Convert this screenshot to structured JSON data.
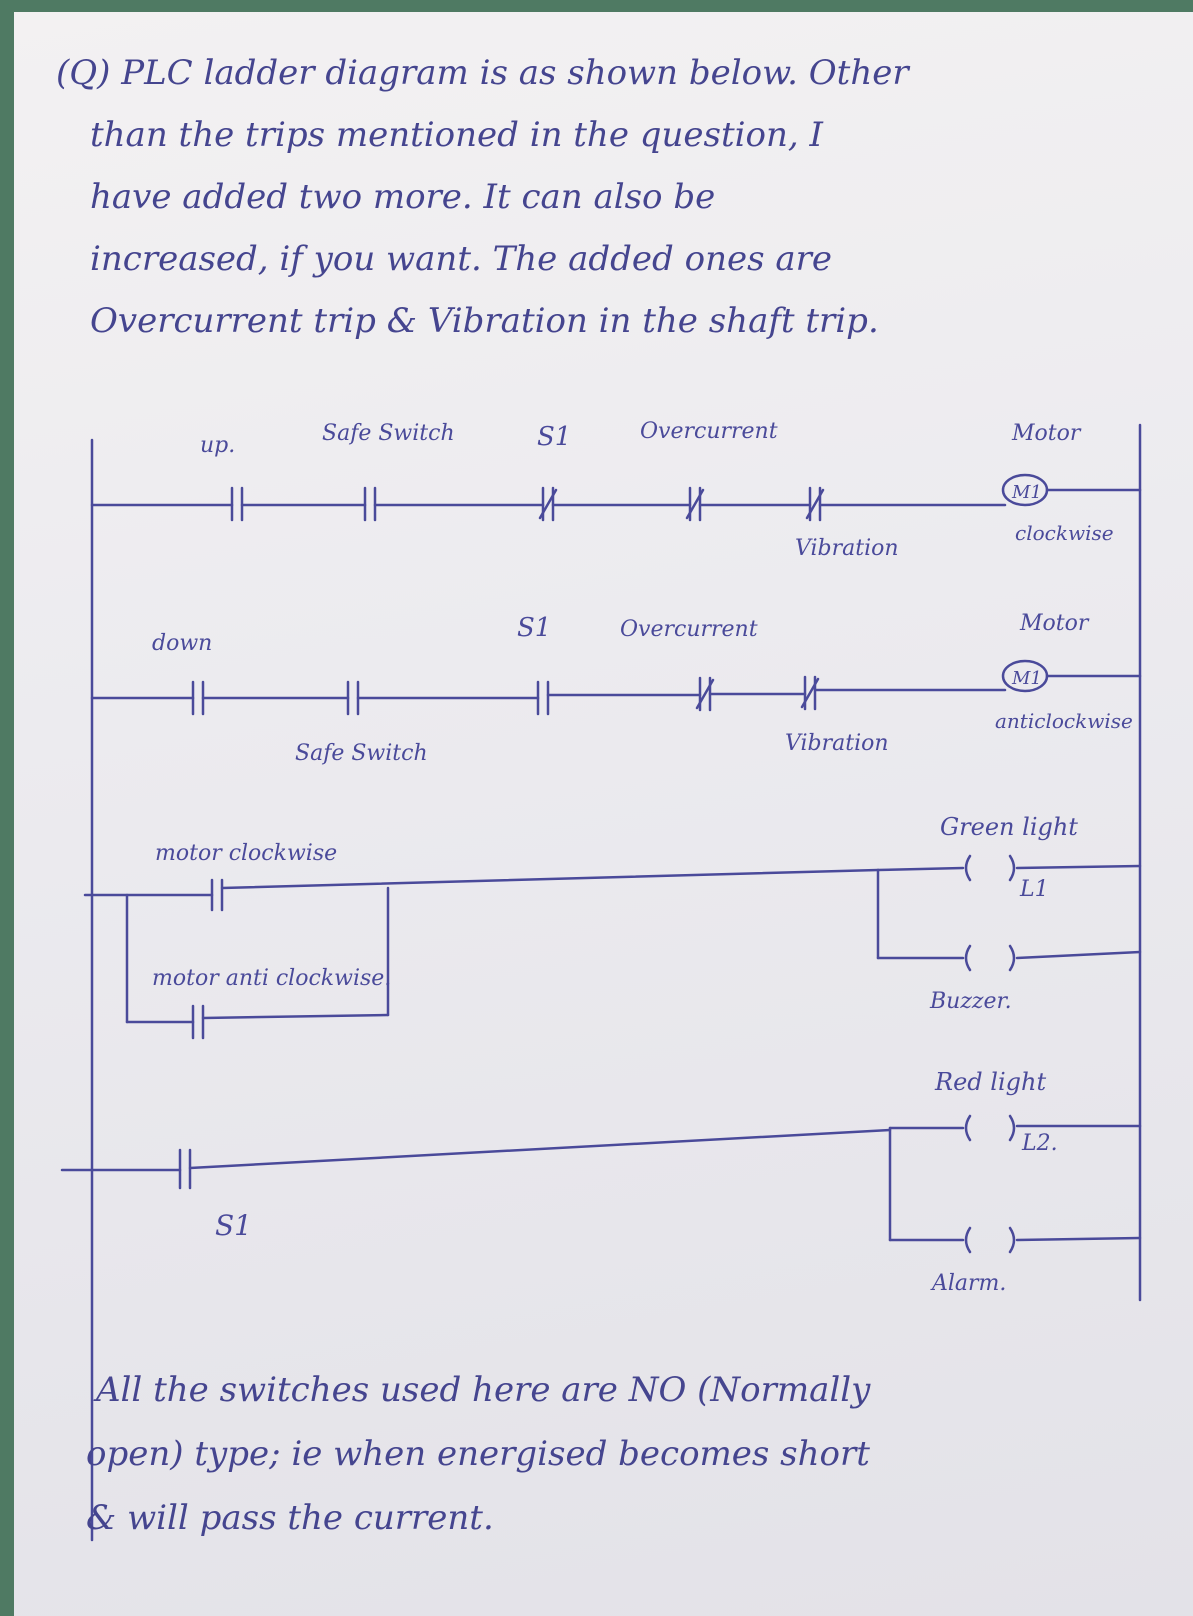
{
  "intro": {
    "lines": [
      "(Q) PLC ladder diagram is as shown below. Other",
      "than the trips mentioned in the question, I",
      "have added two more. It can also be",
      "increased, if you want. The added ones are",
      "Overcurrent trip & Vibration in the shaft trip."
    ]
  },
  "rung1": {
    "up": "up.",
    "safe_switch": "Safe Switch",
    "s1": "S1",
    "overcurrent": "Overcurrent",
    "vibration": "Vibration",
    "coil_top": "Motor",
    "coil_id": "M1",
    "coil_bottom": "clockwise"
  },
  "rung2": {
    "down": "down",
    "safe_switch": "Safe Switch",
    "s1": "S1",
    "overcurrent": "Overcurrent",
    "vibration": "Vibration",
    "coil_top": "Motor",
    "coil_id": "M1",
    "coil_bottom": "anticlockwise"
  },
  "rung3": {
    "contact_a": "motor clockwise",
    "contact_b": "motor anti clockwise.",
    "green_light": "Green light",
    "l1": "L1",
    "buzzer": "Buzzer."
  },
  "rung4": {
    "s1": "S1",
    "red_light": "Red light",
    "l2": "L2.",
    "alarm": "Alarm."
  },
  "note": {
    "lines": [
      "All the switches used here are NO (Normally",
      "open) type; ie when energised becomes short",
      "& will pass the current."
    ]
  },
  "colors": {
    "ink": "#4a4a9a",
    "paper": "#ecebef"
  }
}
